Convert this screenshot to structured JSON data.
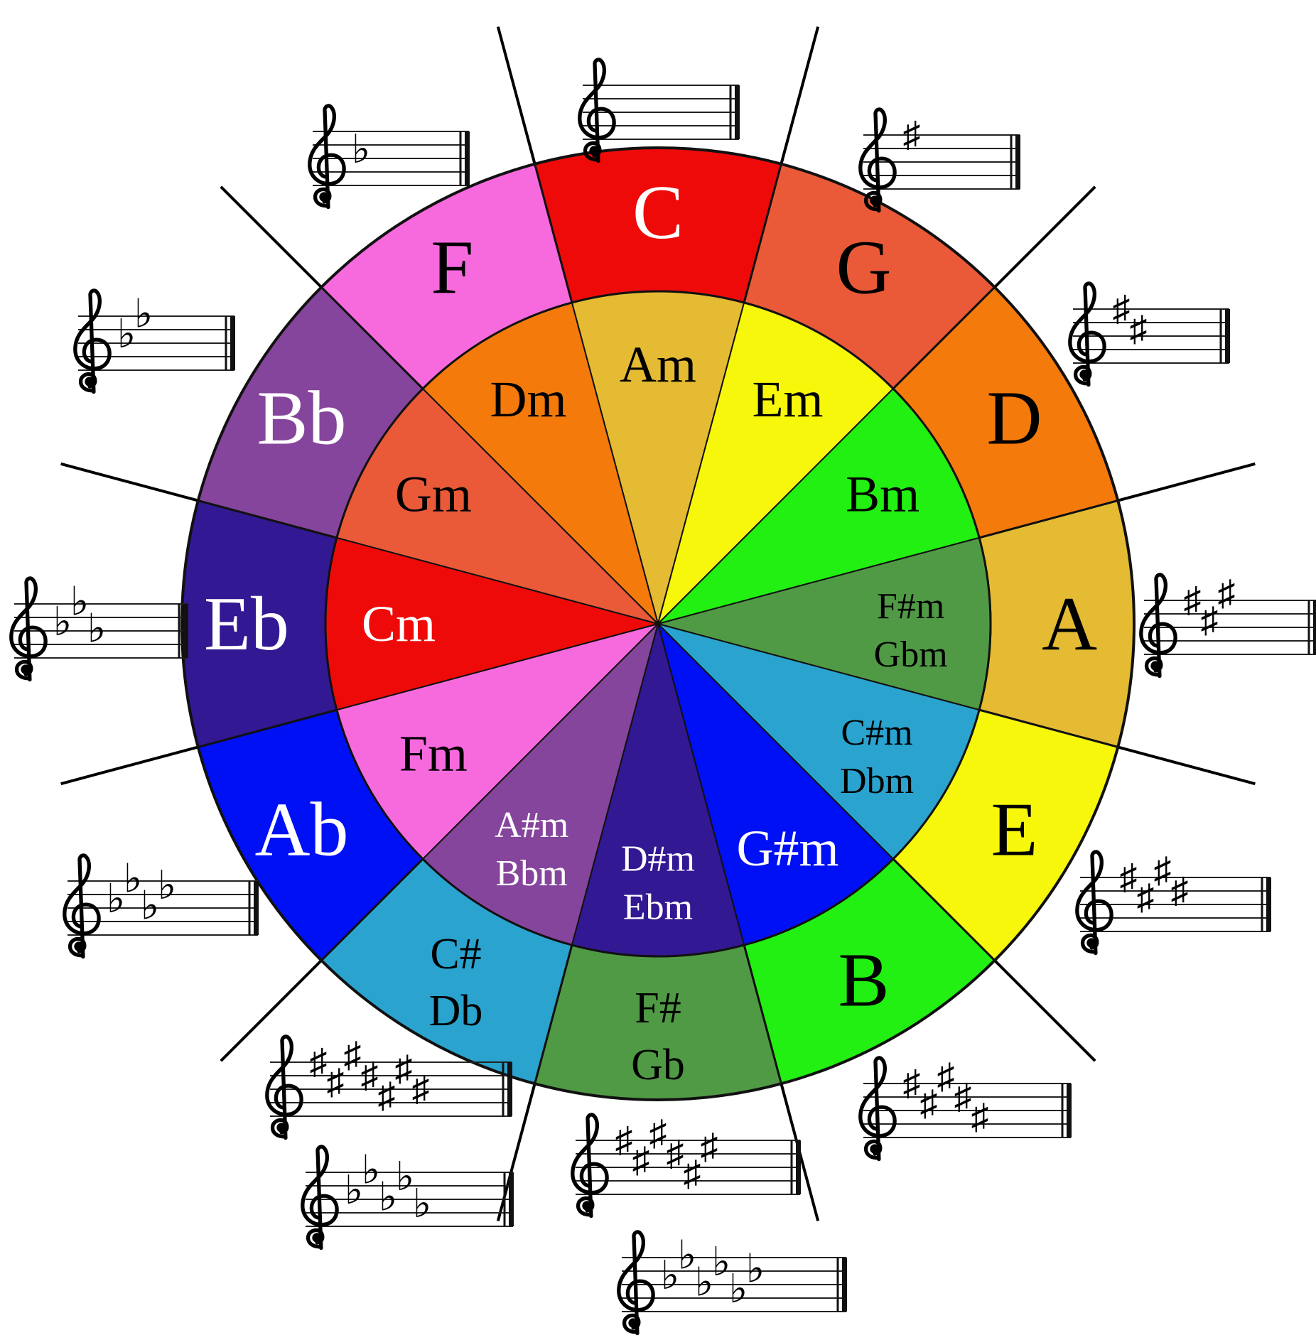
{
  "major_keys": [
    {
      "label": "C",
      "color": "#ef0a0a",
      "text_color": "#ffffff"
    },
    {
      "label": "G",
      "color": "#ea5a38",
      "text_color": "#000000"
    },
    {
      "label": "D",
      "color": "#f47a0c",
      "text_color": "#000000"
    },
    {
      "label": "A",
      "color": "#e5bb33",
      "text_color": "#000000"
    },
    {
      "label": "E",
      "color": "#f7f70c",
      "text_color": "#000000"
    },
    {
      "label": "B",
      "color": "#22f012",
      "text_color": "#000000"
    },
    {
      "label": "F#",
      "label2": "Gb",
      "color": "#509a45",
      "text_color": "#000000"
    },
    {
      "label": "C#",
      "label2": "Db",
      "color": "#2aa3cf",
      "text_color": "#000000"
    },
    {
      "label": "Ab",
      "color": "#0010f4",
      "text_color": "#ffffff"
    },
    {
      "label": "Eb",
      "color": "#321893",
      "text_color": "#ffffff"
    },
    {
      "label": "Bb",
      "color": "#86459c",
      "text_color": "#ffffff"
    },
    {
      "label": "F",
      "color": "#f76ade",
      "text_color": "#000000"
    }
  ],
  "minor_keys": [
    {
      "label": "Am",
      "color": "#e5bb33",
      "text_color": "#000000"
    },
    {
      "label": "Em",
      "color": "#f7f70c",
      "text_color": "#000000"
    },
    {
      "label": "Bm",
      "color": "#22f012",
      "text_color": "#000000"
    },
    {
      "label": "F#m",
      "label2": "Gbm",
      "color": "#509a45",
      "text_color": "#000000"
    },
    {
      "label": "C#m",
      "label2": "Dbm",
      "color": "#2aa3cf",
      "text_color": "#000000"
    },
    {
      "label": "G#m",
      "color": "#0010f4",
      "text_color": "#ffffff"
    },
    {
      "label": "D#m",
      "label2": "Ebm",
      "color": "#321893",
      "text_color": "#ffffff"
    },
    {
      "label": "A#m",
      "label2": "Bbm",
      "color": "#86459c",
      "text_color": "#ffffff"
    },
    {
      "label": "Fm",
      "color": "#f76ade",
      "text_color": "#000000"
    },
    {
      "label": "Cm",
      "color": "#ef0a0a",
      "text_color": "#ffffff"
    },
    {
      "label": "Gm",
      "color": "#ea5a38",
      "text_color": "#000000"
    },
    {
      "label": "Dm",
      "color": "#f47a0c",
      "text_color": "#000000"
    }
  ],
  "key_signatures": [
    {
      "key": "C",
      "sharps": 0,
      "flats": 0
    },
    {
      "key": "G",
      "sharps": 1,
      "flats": 0
    },
    {
      "key": "D",
      "sharps": 2,
      "flats": 0
    },
    {
      "key": "A",
      "sharps": 3,
      "flats": 0
    },
    {
      "key": "E",
      "sharps": 4,
      "flats": 0
    },
    {
      "key": "B",
      "sharps": 5,
      "flats": 0
    },
    {
      "key": "F#",
      "sharps": 6,
      "flats": 0
    },
    {
      "key": "Gb",
      "sharps": 0,
      "flats": 6
    },
    {
      "key": "C#",
      "sharps": 7,
      "flats": 0
    },
    {
      "key": "Db",
      "sharps": 0,
      "flats": 5
    },
    {
      "key": "Ab",
      "sharps": 0,
      "flats": 4
    },
    {
      "key": "Eb",
      "sharps": 0,
      "flats": 3
    },
    {
      "key": "Bb",
      "sharps": 0,
      "flats": 2
    },
    {
      "key": "F",
      "sharps": 0,
      "flats": 1
    }
  ],
  "symbols": {
    "sharp": "♯",
    "flat": "♭",
    "treble_clef": "treble-clef-icon"
  }
}
